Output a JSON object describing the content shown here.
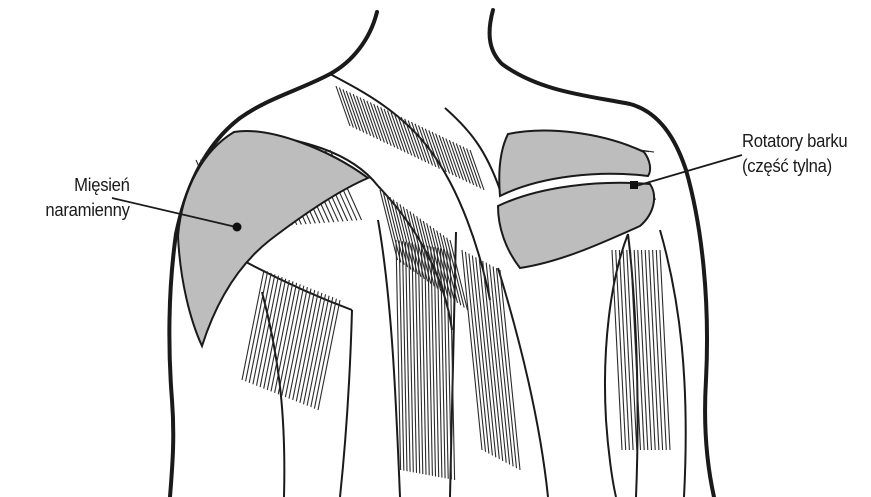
{
  "labels": {
    "deltoid": {
      "line1": "Mięsień",
      "line2": "naramienny"
    },
    "rotator": {
      "line1": "Rotatory barku",
      "line2": "(część tylna)"
    }
  },
  "colors": {
    "highlight_fill": "#bdbdbd",
    "ink": "#1a1a1a",
    "background": "#ffffff"
  }
}
